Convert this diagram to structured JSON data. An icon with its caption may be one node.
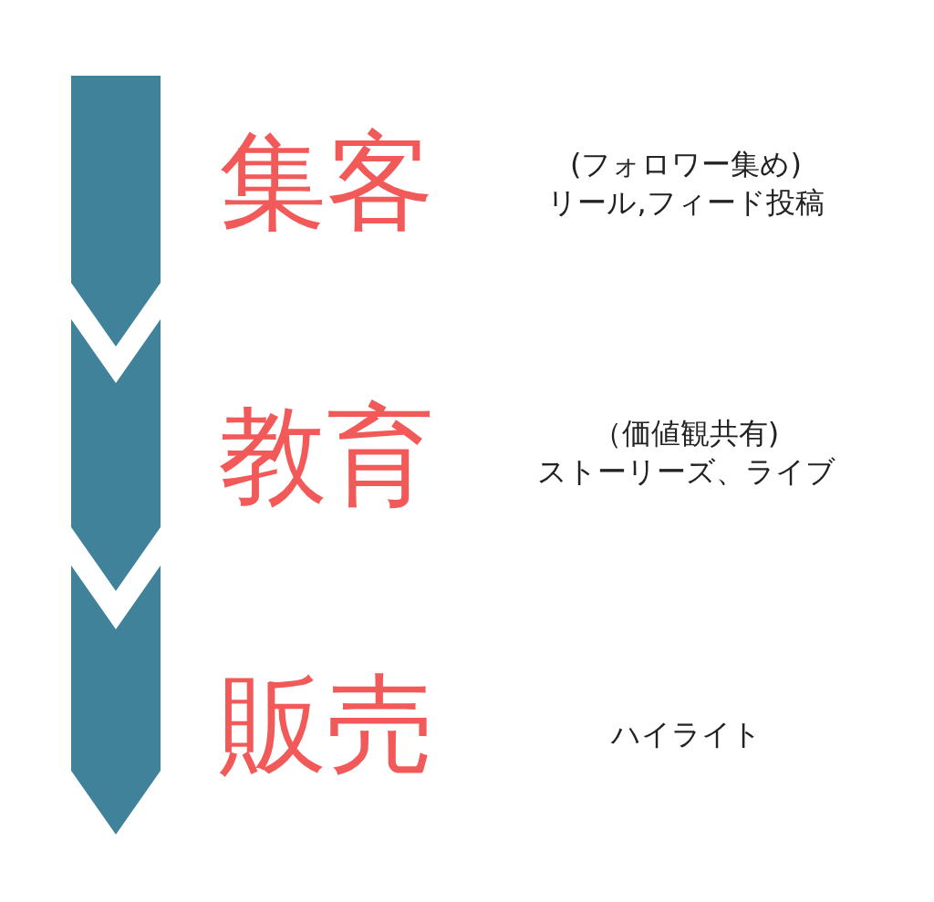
{
  "diagram": {
    "nodes": [
      {
        "text": [],
        "shape": "chevron",
        "beside": [
          "集客"
        ]
      },
      {
        "text": [],
        "shape": "chevron",
        "beside": [
          "教育"
        ]
      },
      {
        "text": [],
        "shape": "chevron",
        "beside": [
          "販売"
        ]
      }
    ],
    "labels": [
      "(フォロワー集め)リール,フィード投稿",
      "（価値観共有)ストーリーズ、ライブ",
      "ハイライト"
    ]
  }
}
